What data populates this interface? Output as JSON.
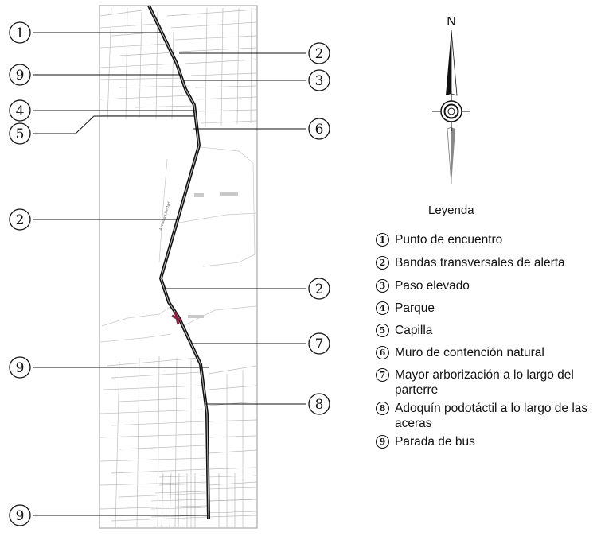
{
  "map": {
    "compass_label": "N",
    "road_label": "Avenida Libertad",
    "callouts": [
      {
        "num": "1",
        "side": "left"
      },
      {
        "num": "2",
        "side": "right"
      },
      {
        "num": "9",
        "side": "left"
      },
      {
        "num": "3",
        "side": "right"
      },
      {
        "num": "4",
        "side": "left"
      },
      {
        "num": "5",
        "side": "left"
      },
      {
        "num": "6",
        "side": "right"
      },
      {
        "num": "2",
        "side": "left"
      },
      {
        "num": "2",
        "side": "right"
      },
      {
        "num": "7",
        "side": "right"
      },
      {
        "num": "9",
        "side": "left"
      },
      {
        "num": "8",
        "side": "right"
      },
      {
        "num": "9",
        "side": "left"
      }
    ]
  },
  "legend": {
    "title": "Leyenda",
    "items": [
      {
        "num": "1",
        "label": "Punto de encuentro"
      },
      {
        "num": "2",
        "label": "Bandas transversales de alerta"
      },
      {
        "num": "3",
        "label": "Paso elevado"
      },
      {
        "num": "4",
        "label": "Parque"
      },
      {
        "num": "5",
        "label": "Capilla"
      },
      {
        "num": "6",
        "label": "Muro de contención natural"
      },
      {
        "num": "7",
        "label": "Mayor arborización a lo largo del parterre"
      },
      {
        "num": "8",
        "label": "Adoquín podotáctil a lo largo de las aceras"
      },
      {
        "num": "9",
        "label": "Parada de bus"
      }
    ]
  }
}
